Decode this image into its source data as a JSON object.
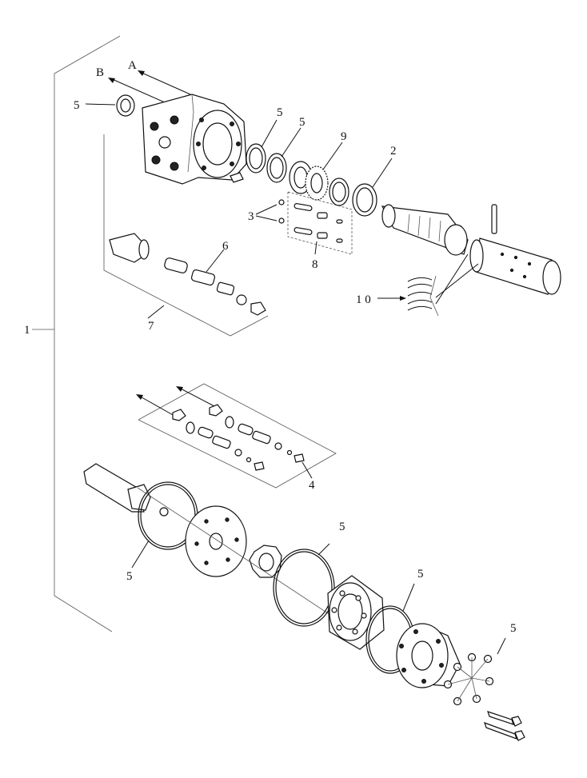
{
  "diagram": {
    "arrow_labels": {
      "a": "A",
      "b": "B"
    },
    "callouts": {
      "c1": "1",
      "c2": "2",
      "c3": "3",
      "c4": "4",
      "c5_top_left": "5",
      "c5_ring1": "5",
      "c5_ring2": "5",
      "c5_lower_left": "5",
      "c5_lower_mid": "5",
      "c5_lower_right": "5",
      "c5_bolts": "5",
      "c6": "6",
      "c7": "7",
      "c8": "8",
      "c9": "9",
      "c10": "1 0"
    }
  }
}
